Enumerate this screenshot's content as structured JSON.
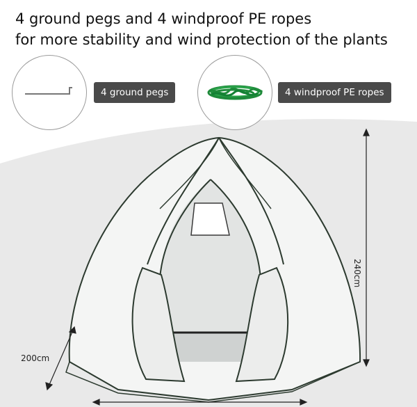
{
  "headline": {
    "line1": "4 ground pegs and 4 windproof PE ropes",
    "line2": "for more stability and wind protection of the plants"
  },
  "accessories": [
    {
      "label": "4 ground pegs",
      "icon": "ground-peg-icon"
    },
    {
      "label": "4 windproof PE ropes",
      "icon": "green-rope-icon"
    }
  ],
  "dimensions": {
    "height": "240cm",
    "depth": "200cm"
  },
  "colors": {
    "background_top": "#ffffff",
    "background_band": "#e9e9e9",
    "label_pill": "#4a4a4a",
    "rope_green": "#1e8a3a",
    "frame_dark": "#1f3b2a"
  }
}
